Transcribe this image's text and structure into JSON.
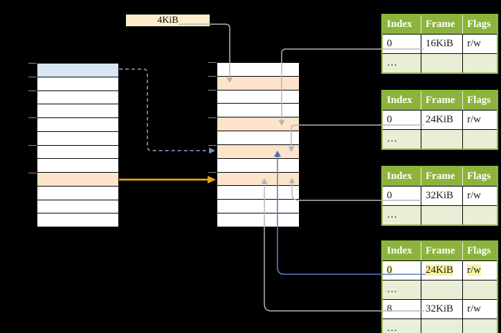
{
  "label_4kib": "4KiB",
  "colors": {
    "green_header": "#8cb43c",
    "green_row": "#e9efd6",
    "blue_row": "#d8e6f6",
    "orange_row": "#fce3c9",
    "cream_label": "#fdeecb",
    "yellow_highlight": "#faf3a2",
    "gray_line": "#b5b5b5",
    "blue_line": "#5b80c2",
    "dashed_blue_line": "#8ea8d4",
    "orange_arrow": "#e2a414"
  },
  "memory_tables": {
    "virtual": {
      "rows": 12,
      "blue_rows": [
        1
      ],
      "orange_rows": [
        9
      ],
      "tick_rows": [
        1,
        2,
        3,
        5,
        7,
        9
      ]
    },
    "page": {
      "rows": 12,
      "blue_rows": [],
      "orange_rows": [
        2,
        5,
        7,
        9
      ],
      "tick_rows": [
        1,
        2,
        3,
        5,
        7,
        9
      ]
    }
  },
  "frame_tables": [
    {
      "name": "frame-table-1",
      "headers": [
        "Index",
        "Frame",
        "Flags"
      ],
      "rows": [
        {
          "cells": [
            "0",
            "16KiB",
            "r/w"
          ],
          "shade": "white",
          "highlight": false
        },
        {
          "cells": [
            "…",
            "",
            ""
          ],
          "shade": "green",
          "highlight": false
        }
      ]
    },
    {
      "name": "frame-table-2",
      "headers": [
        "Index",
        "Frame",
        "Flags"
      ],
      "rows": [
        {
          "cells": [
            "0",
            "24KiB",
            "r/w"
          ],
          "shade": "white",
          "highlight": false
        },
        {
          "cells": [
            "…",
            "",
            ""
          ],
          "shade": "green",
          "highlight": false
        }
      ]
    },
    {
      "name": "frame-table-3",
      "headers": [
        "Index",
        "Frame",
        "Flags"
      ],
      "rows": [
        {
          "cells": [
            "0",
            "32KiB",
            "r/w"
          ],
          "shade": "white",
          "highlight": false
        },
        {
          "cells": [
            "…",
            "",
            ""
          ],
          "shade": "green",
          "highlight": false
        }
      ]
    },
    {
      "name": "frame-table-4",
      "headers": [
        "Index",
        "Frame",
        "Flags"
      ],
      "rows": [
        {
          "cells": [
            "0",
            "24KiB",
            "r/w"
          ],
          "shade": "white",
          "highlight": true
        },
        {
          "cells": [
            "…",
            "",
            ""
          ],
          "shade": "green",
          "highlight": false
        },
        {
          "cells": [
            "8",
            "32KiB",
            "r/w"
          ],
          "shade": "white",
          "highlight": false
        },
        {
          "cells": [
            "…",
            "",
            ""
          ],
          "shade": "green",
          "highlight": false
        }
      ]
    }
  ]
}
